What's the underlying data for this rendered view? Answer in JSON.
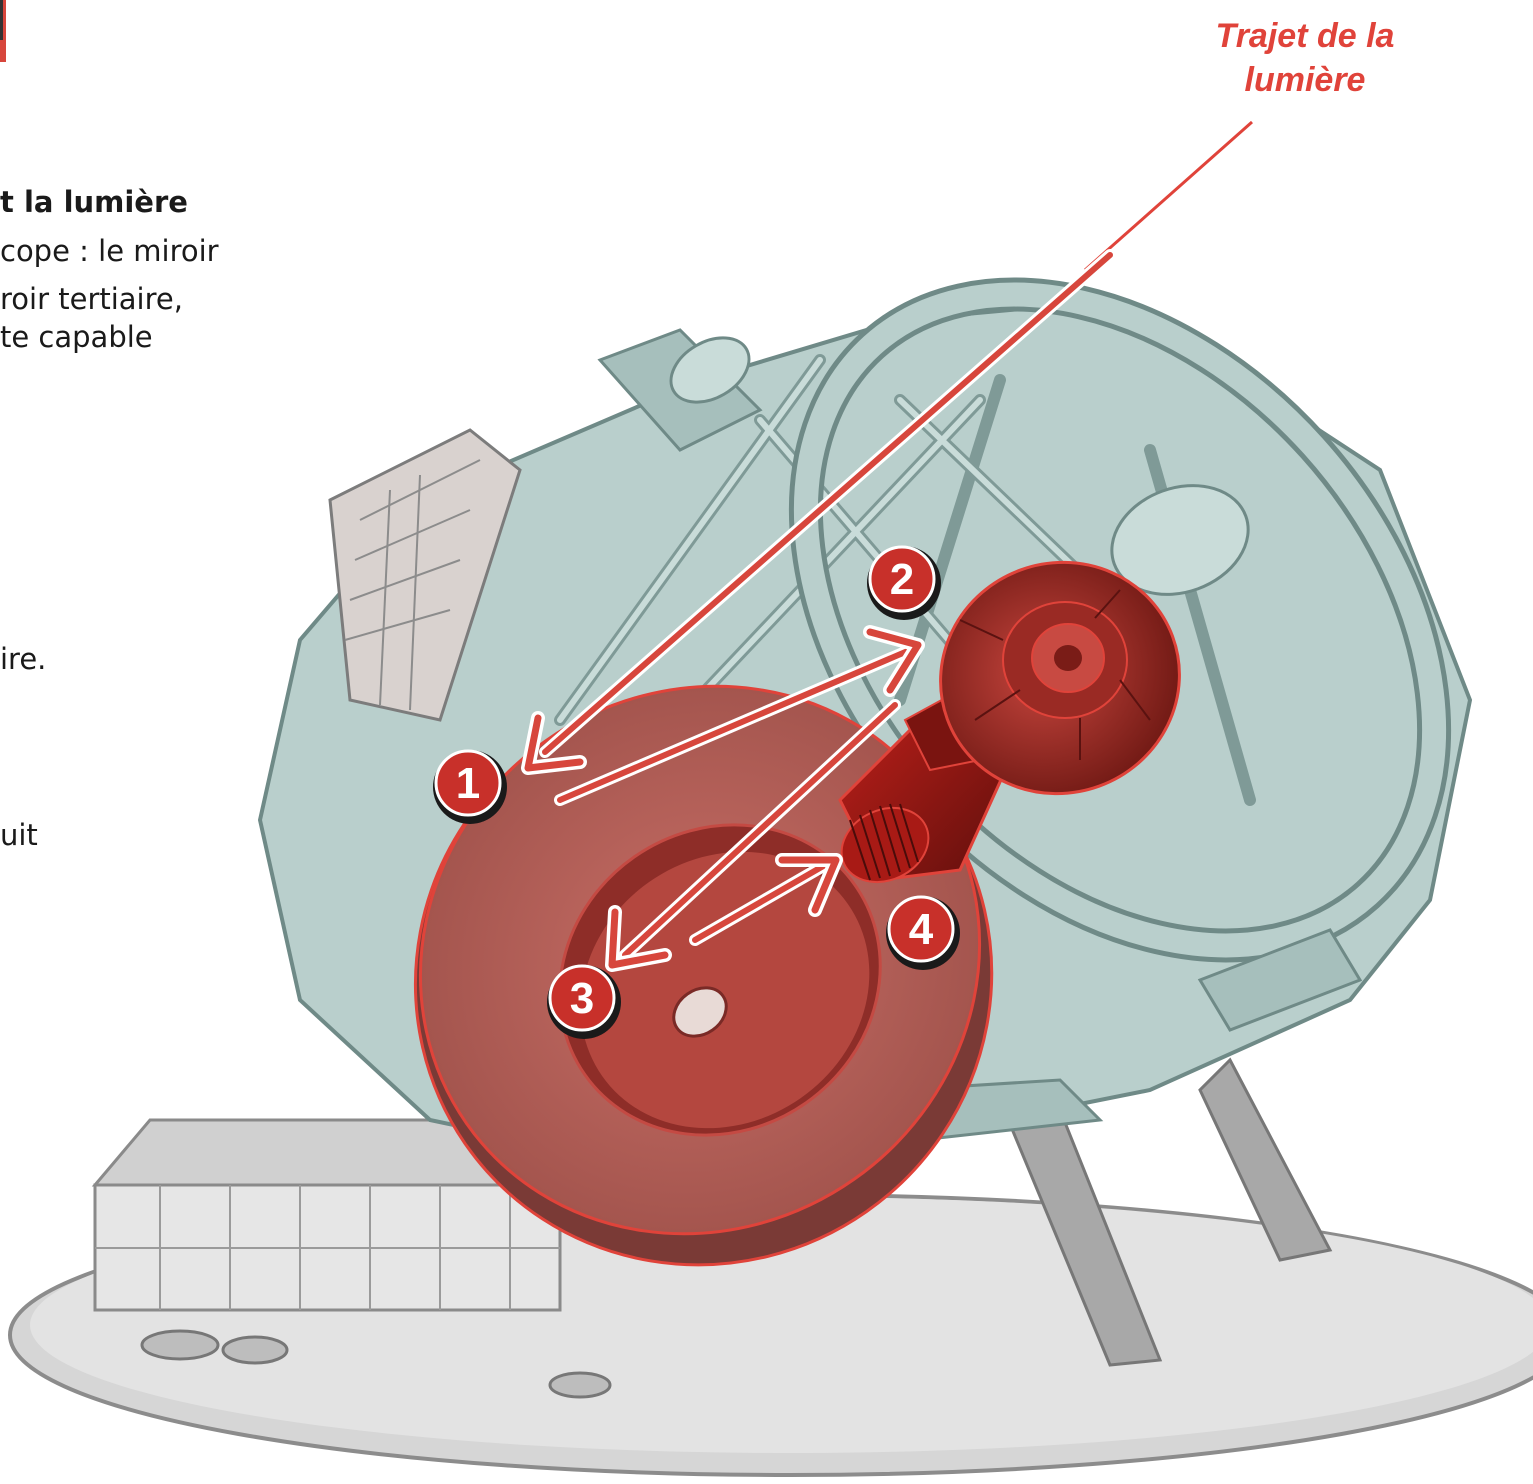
{
  "light_path_label": {
    "line1": "Trajet de la",
    "line2": "lumière"
  },
  "cropped_text": [
    {
      "text": "t la lumière",
      "bold": true
    },
    {
      "text": "cope : le miroir",
      "bold": false
    },
    {
      "text": "roir tertiaire,",
      "bold": false
    },
    {
      "text": "te capable",
      "bold": false
    },
    {
      "text": "ire.",
      "bold": false
    },
    {
      "text": "uit",
      "bold": false
    }
  ],
  "markers": [
    {
      "number": "1"
    },
    {
      "number": "2"
    },
    {
      "number": "3"
    },
    {
      "number": "4"
    }
  ],
  "colors": {
    "accent": "#e0433a",
    "structure": "#b9cfcc",
    "structure_dark": "#7f9a97",
    "mirror": "#b55a52",
    "mirror_dark": "#8a2f2a",
    "marker_fill": "#c8302a",
    "base": "#d8d8d8"
  }
}
